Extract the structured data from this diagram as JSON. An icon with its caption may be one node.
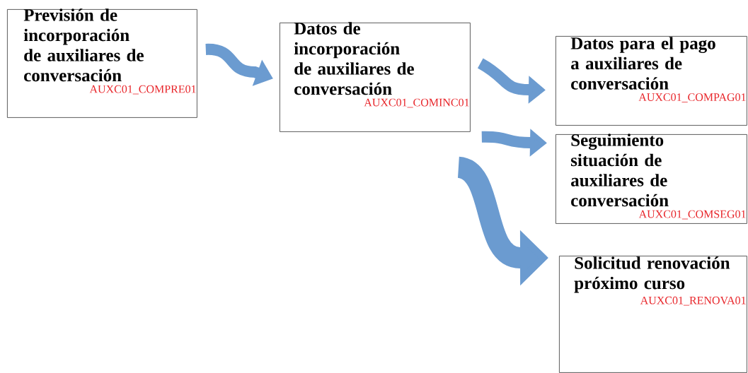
{
  "diagram": {
    "nodes": [
      {
        "text": [
          "Previsión de incorporación de auxiliares de conversación",
          "AUXC01_COMPRE01"
        ]
      },
      {
        "text": [
          "Datos de incorporación de auxiliares de conversación",
          "AUXC01_COMINC01"
        ]
      },
      {
        "text": [
          "Datos para el pago a auxiliares de conversación",
          "AUXC01_COMPAG01"
        ]
      },
      {
        "text": [
          "Seguimiento situación de auxiliares de conversación",
          "AUXC01_COMSEG01"
        ]
      },
      {
        "text": [
          "Solicitud renovación próximo curso",
          "AUXC01_RENOVA01"
        ]
      }
    ],
    "edges": [
      {
        "from": 0,
        "to": 1,
        "arrow": "to"
      },
      {
        "from": 1,
        "to": 2,
        "arrow": "to"
      },
      {
        "from": 1,
        "to": 3,
        "arrow": "to"
      },
      {
        "from": 1,
        "to": 4,
        "arrow": "to",
        "style": "thick"
      }
    ]
  }
}
